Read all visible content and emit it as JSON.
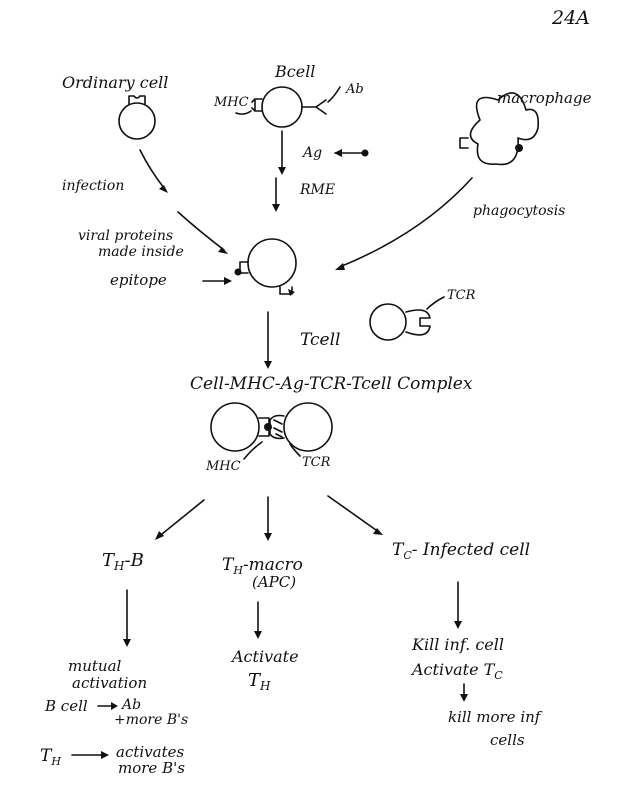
{
  "page_number": "24A",
  "labels": {
    "ordinary_cell": "Ordinary cell",
    "b_cell": "Bcell",
    "mhc_b": "MHC",
    "ab": "Ab",
    "macrophage": "macrophage",
    "infection": "infection",
    "ag": "Ag",
    "rme": "RME",
    "phagocytosis": "phagocytosis",
    "viral_line1": "viral proteins",
    "viral_line2": "made inside",
    "epitope": "epitope",
    "tcr_top": "TCR",
    "tcell": "Tcell",
    "complex_title": "Cell-MHC-Ag-TCR-Tcell  Complex",
    "mhc_complex": "MHC",
    "tcr_complex": "TCR"
  },
  "branches": {
    "th_b": {
      "title": "T",
      "title_sub": "H",
      "title_rest": "-B",
      "result_line1": "mutual",
      "result_line2": "activation",
      "bcell_from": "B cell",
      "bcell_to1": "Ab",
      "bcell_to2": "+more B's",
      "th_from": "T",
      "th_from_sub": "H",
      "th_to1": "activates",
      "th_to2": "more B's"
    },
    "th_macro": {
      "title": "T",
      "title_sub": "H",
      "title_rest": "-macro",
      "title_line2": "(APC)",
      "result_line1": "Activate",
      "result_line2": "T",
      "result_line2_sub": "H"
    },
    "tc": {
      "title": "T",
      "title_sub": "C",
      "title_rest": "- Infected cell",
      "result_line1": "Kill inf. cell",
      "result_line2": "Activate T",
      "result_line2_sub": "C",
      "final_line1": "kill more inf",
      "final_line2": "cells"
    }
  }
}
